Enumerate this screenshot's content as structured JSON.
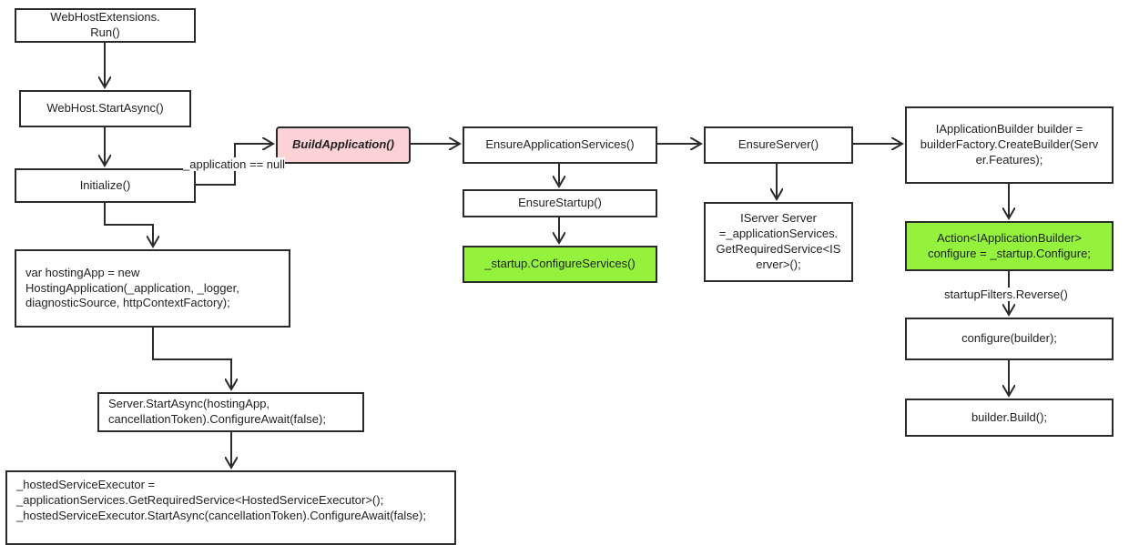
{
  "nodes": {
    "run": "WebHostExtensions.\nRun()",
    "start_async": "WebHost.StartAsync()",
    "initialize": "Initialize()",
    "hosting_app": "var hostingApp = new\nHostingApplication(_application, _logger,\ndiagnosticSource, httpContextFactory);",
    "server_start": "Server.StartAsync(hostingApp,\ncancellationToken).ConfigureAwait(false);",
    "hosted_executor": "_hostedServiceExecutor =\n_applicationServices.GetRequiredService<HostedServiceExecutor>();\n_hostedServiceExecutor.StartAsync(cancellationToken).ConfigureAwait(false);",
    "build_application": "BuildApplication()",
    "ensure_app_services": "EnsureApplicationServices()",
    "ensure_startup": "EnsureStartup()",
    "configure_services": "_startup.ConfigureServices()",
    "ensure_server": "EnsureServer()",
    "iserver": "IServer Server\n=_applicationServices.\nGetRequiredService<IS\nerver>();",
    "builder_create": "IApplicationBuilder builder =\nbuilderFactory.CreateBuilder(Serv\ner.Features);",
    "action_configure": "Action<IApplicationBuilder>\nconfigure = _startup.Configure;",
    "configure_builder": "configure(builder);",
    "builder_build": "builder.Build();"
  },
  "edge_labels": {
    "application_null": "_application == null",
    "startup_filters": "startupFilters.Reverse()"
  },
  "colors": {
    "highlight_pink": "#fcd2d6",
    "highlight_green": "#94f23c",
    "line": "#2b2b2b"
  }
}
